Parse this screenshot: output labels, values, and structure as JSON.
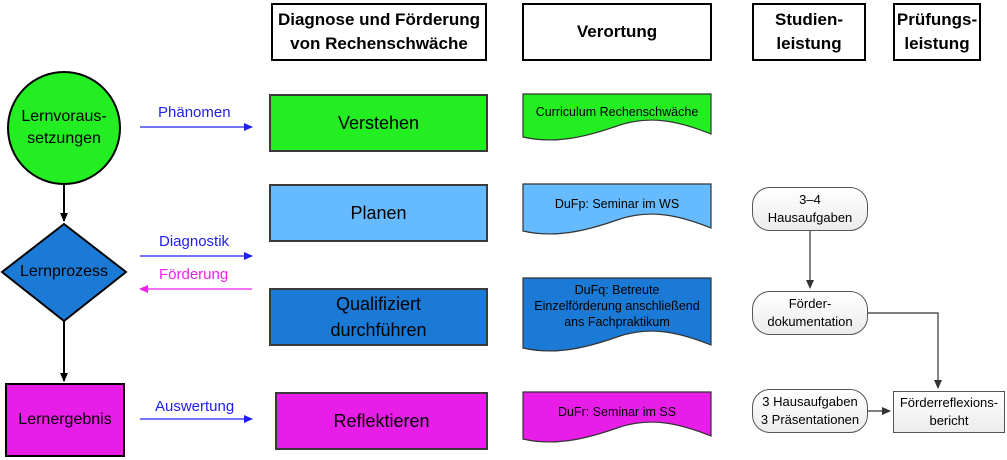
{
  "headers": {
    "diagnose_line1": "Diagnose und Förderung",
    "diagnose_line2": "von Rechenschwäche",
    "verortung": "Verortung",
    "studien_line1": "Studien-",
    "studien_line2": "leistung",
    "pruefungs_line1": "Prüfungs-",
    "pruefungs_line2": "leistung"
  },
  "left": {
    "circle_line1": "Lernvoraus-",
    "circle_line2": "setzungen",
    "diamond": "Lernprozess",
    "box": "Lernergebnis"
  },
  "arrows": {
    "phaenomen": "Phänomen",
    "diagnostik": "Diagnostik",
    "foerderung": "Förderung",
    "auswertung": "Auswertung"
  },
  "steps": {
    "verstehen": "Verstehen",
    "planen": "Planen",
    "qualifiziert_line1": "Qualifiziert",
    "qualifiziert_line2": "durchführen",
    "reflektieren": "Reflektieren"
  },
  "docs": {
    "curriculum": "Curriculum Rechenschwäche",
    "dufp": "DuFp: Seminar im WS",
    "dufq_line1": "DuFq: Betreute",
    "dufq_line2": "Einzelförderung anschließend",
    "dufq_line3": "ans Fachpraktikum",
    "dufr": "DuFr: Seminar im SS"
  },
  "studien": {
    "hausaufgaben_line1": "3–4",
    "hausaufgaben_line2": "Hausaufgaben",
    "doku_line1": "Förder-",
    "doku_line2": "dokumentation",
    "hp_line1": "3 Hausaufgaben",
    "hp_line2": "3 Präsentationen"
  },
  "pruefung": {
    "line1": "Förderreflexions-",
    "line2": "bericht"
  },
  "colors": {
    "green": "#22ee22",
    "light_blue": "#66bbff",
    "mid_blue": "#1a7ad6",
    "magenta": "#e81ee8",
    "arrow_blue": "#2020ee",
    "arrow_magenta": "#ee22ee"
  }
}
